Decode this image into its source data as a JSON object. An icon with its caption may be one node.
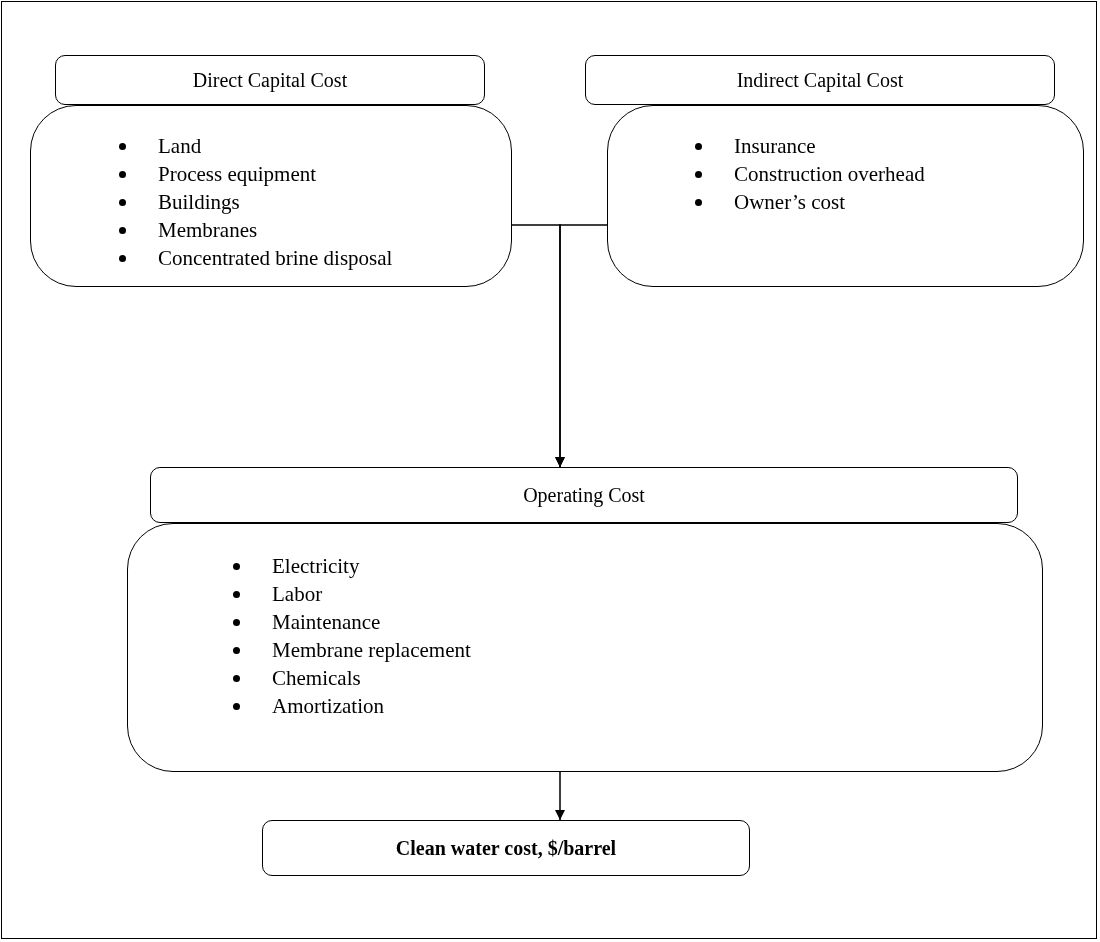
{
  "diagram": {
    "nodes": [
      {
        "text": [
          "Direct Capital Cost"
        ]
      },
      {
        "text": [
          "Land",
          "Process equipment",
          "Buildings",
          "Membranes",
          "Concentrated brine disposal"
        ]
      },
      {
        "text": [
          "Indirect Capital Cost"
        ]
      },
      {
        "text": [
          "Insurance",
          "Construction overhead",
          "Owner’s cost"
        ]
      },
      {
        "text": [
          "Operating Cost"
        ]
      },
      {
        "text": [
          "Electricity",
          "Labor",
          "Maintenance",
          "Membrane replacement",
          "Chemicals",
          "Amortization"
        ]
      },
      {
        "text": [
          "Clean water cost, $/barrel"
        ]
      }
    ],
    "edges": [
      {
        "from": 1,
        "to": 4,
        "arrow": "to"
      },
      {
        "from": 3,
        "to": 4,
        "arrow": "to"
      },
      {
        "from": 5,
        "to": 6,
        "arrow": "to"
      }
    ]
  }
}
